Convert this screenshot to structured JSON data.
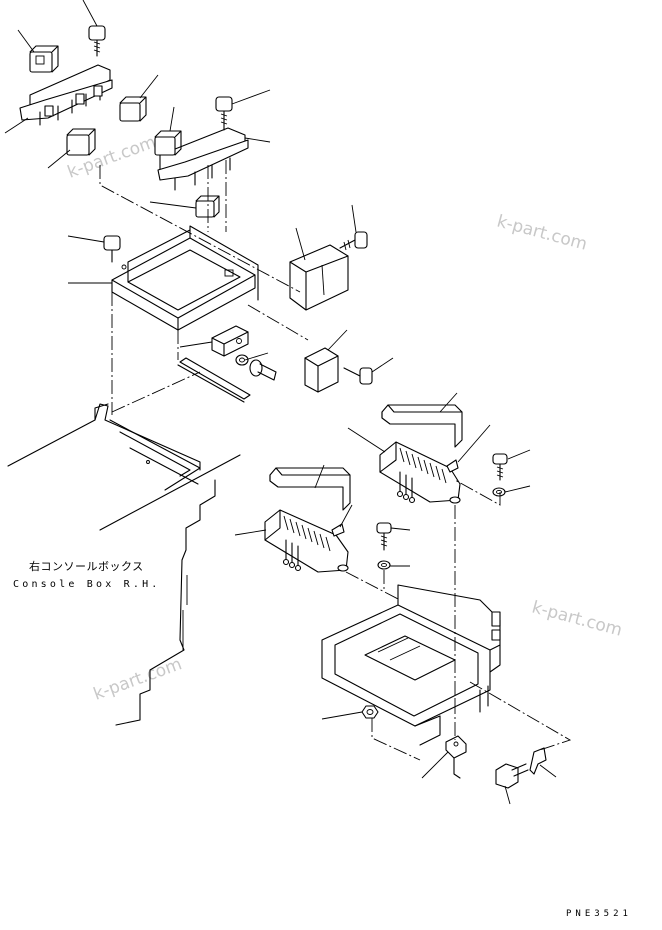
{
  "labels": {
    "console_box_jp": "右コンソールボックス",
    "console_box_en": "Console Box R.H.",
    "drawing_code": "PNE3521"
  },
  "watermarks": [
    "k-part.com",
    "k-part.com",
    "k-part.com",
    "k-part.com"
  ],
  "colors": {
    "line": "#000000",
    "watermark": "#c8c8c8",
    "background": "#ffffff"
  }
}
